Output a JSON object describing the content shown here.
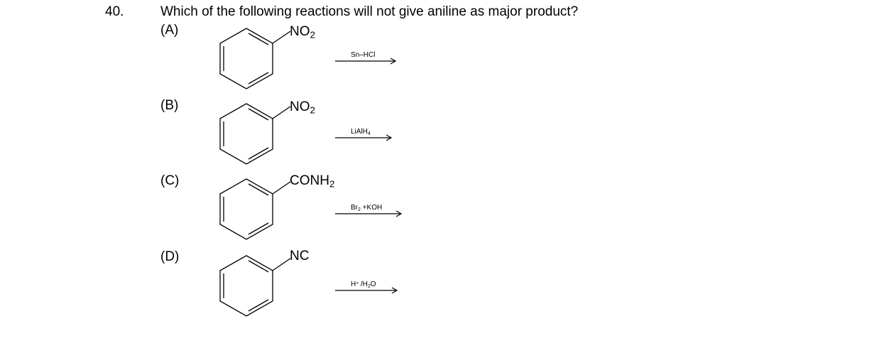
{
  "question": {
    "number": "40.",
    "text": "Which of the following reactions will not give aniline as major product?"
  },
  "options": [
    {
      "label": "(A)",
      "substituent_main": "NO",
      "substituent_sub": "2",
      "reagent_a": "Sn",
      "reagent_b": "HCl"
    },
    {
      "label": "(B)",
      "substituent_main": "NO",
      "substituent_sub": "2",
      "reagent_a": "LiAlH",
      "reagent_sub": "4"
    },
    {
      "label": "(C)",
      "substituent_main": "CONH",
      "substituent_sub": "2",
      "reagent_a": "Br",
      "reagent_sub": "2",
      "reagent_b": "+KOH"
    },
    {
      "label": "(D)",
      "substituent_main": "NC",
      "reagent_a": "H",
      "reagent_sup": "+",
      "reagent_b": "/H",
      "reagent_sub": "2",
      "reagent_c": "O"
    }
  ]
}
